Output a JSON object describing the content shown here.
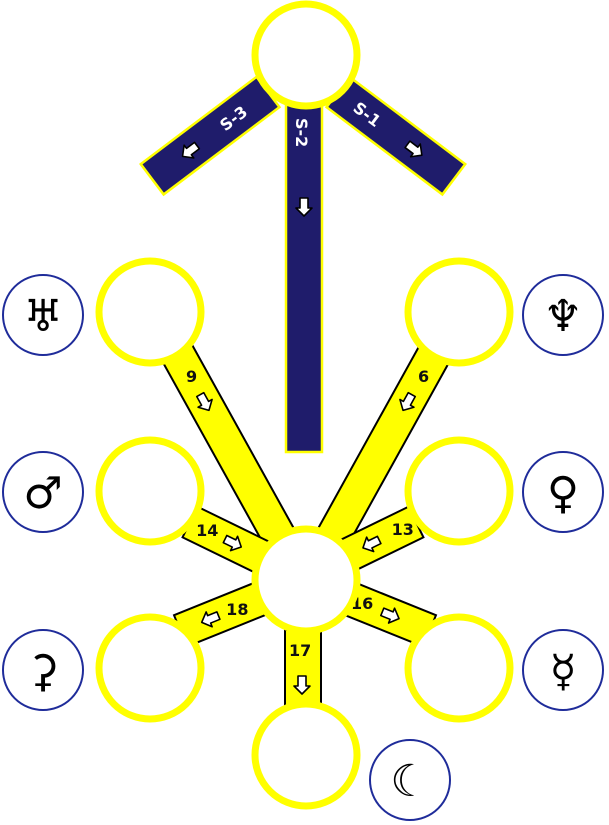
{
  "colors": {
    "sphere_outline": "#ffff00",
    "sphere_fill": "#ffffff",
    "lower_path_fill": "#ffff00",
    "upper_path_fill": "#1f1c6b",
    "path_border": "#000000",
    "planet_circle_border": "#1f2c9a"
  },
  "upper_paths": [
    {
      "id": "s3",
      "label": "S-3",
      "arrow_icon": "arrow-outline-icon"
    },
    {
      "id": "s2",
      "label": "S-2",
      "arrow_icon": "arrow-outline-icon"
    },
    {
      "id": "s1",
      "label": "S-1",
      "arrow_icon": "arrow-outline-icon"
    }
  ],
  "lower_paths": [
    {
      "id": "p9",
      "label": "9"
    },
    {
      "id": "p6",
      "label": "6"
    },
    {
      "id": "p14",
      "label": "14"
    },
    {
      "id": "p13",
      "label": "13"
    },
    {
      "id": "p18",
      "label": "18"
    },
    {
      "id": "p16",
      "label": "16"
    },
    {
      "id": "p17",
      "label": "17"
    }
  ],
  "planet_symbols": [
    {
      "id": "uranus",
      "glyph": "♅",
      "icon": "uranus-symbol-icon"
    },
    {
      "id": "neptune",
      "glyph": "♆",
      "icon": "neptune-symbol-icon"
    },
    {
      "id": "mars",
      "glyph": "♂",
      "icon": "mars-symbol-icon"
    },
    {
      "id": "venus",
      "glyph": "♀",
      "icon": "venus-symbol-icon"
    },
    {
      "id": "unknown",
      "glyph": "⚳",
      "icon": "asteroid-symbol-icon"
    },
    {
      "id": "mercury",
      "glyph": "☿",
      "icon": "mercury-symbol-icon"
    },
    {
      "id": "moon",
      "glyph": "☾",
      "icon": "moon-symbol-icon"
    }
  ]
}
